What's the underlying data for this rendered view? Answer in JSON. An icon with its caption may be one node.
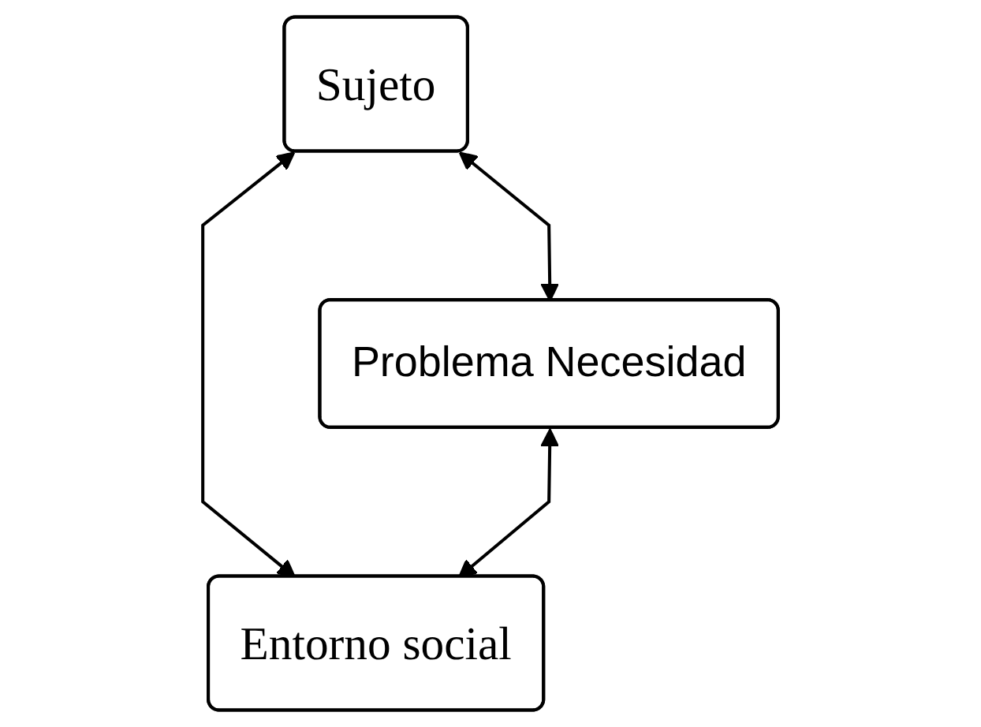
{
  "diagram": {
    "nodes": [
      {
        "text": [
          "Sujeto"
        ]
      },
      {
        "text": [
          "Problema Necesidad"
        ]
      },
      {
        "text": [
          "Entorno social"
        ]
      }
    ],
    "edges": [
      {
        "from": 0,
        "to": 1,
        "arrow": "both"
      },
      {
        "from": 0,
        "to": 2,
        "arrow": "both"
      },
      {
        "from": 1,
        "to": 2,
        "arrow": "both"
      }
    ]
  }
}
